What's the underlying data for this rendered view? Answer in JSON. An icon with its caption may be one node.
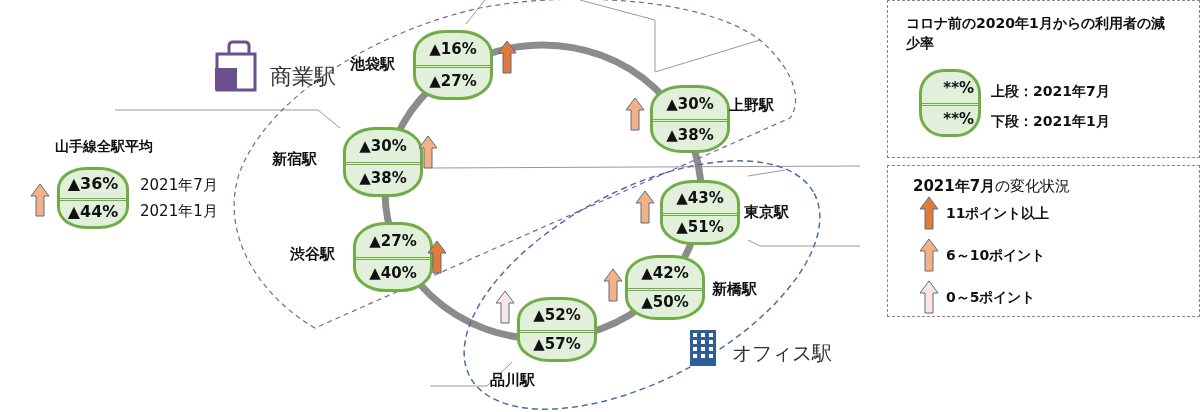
{
  "diagram": {
    "nodes": [
      {
        "text": [
          "商業駅"
        ]
      },
      {
        "text": [
          "▲16%",
          "▲27%"
        ],
        "beside": [
          "池袋駅"
        ],
        "in": 0
      },
      {
        "text": [
          "▲30%",
          "▲38%"
        ],
        "beside": [
          "新宿駅"
        ],
        "in": 0
      },
      {
        "text": [
          "▲27%",
          "▲40%"
        ],
        "beside": [
          "渋谷駅"
        ],
        "in": 0
      },
      {
        "text": [
          "▲30%",
          "▲38%"
        ],
        "beside": [
          "上野駅"
        ],
        "in": 0
      },
      {
        "text": [
          "オフィス駅"
        ]
      },
      {
        "text": [
          "▲43%",
          "▲51%"
        ],
        "beside": [
          "東京駅"
        ],
        "in": 5
      },
      {
        "text": [
          "▲42%",
          "▲50%"
        ],
        "beside": [
          "新橋駅"
        ],
        "in": 5
      },
      {
        "text": [
          "▲52%",
          "▲57%"
        ],
        "beside": [
          "品川駅"
        ],
        "in": 5
      },
      {
        "text": [
          "▲36%",
          "▲44%"
        ],
        "beside": [
          "山手線全駅平均",
          "2021年7月",
          "2021年1月"
        ]
      },
      {
        "text": [
          "コロナ前の2020年1月からの利用者の減少率"
        ]
      },
      {
        "text": [
          "**%",
          "**%"
        ],
        "beside": [
          "上段：2021年7月",
          "下段：2021年1月"
        ],
        "in": 10
      },
      {
        "text": [
          "**2021年7月**の変化状況"
        ]
      }
    ],
    "legend": [
      {
        "text": "11ポイント以上",
        "color": "#e07b39"
      },
      {
        "text": "6～10ポイント",
        "color": "#f4b183"
      },
      {
        "text": "0～5ポイント",
        "color": "#fbe5e0"
      }
    ]
  }
}
